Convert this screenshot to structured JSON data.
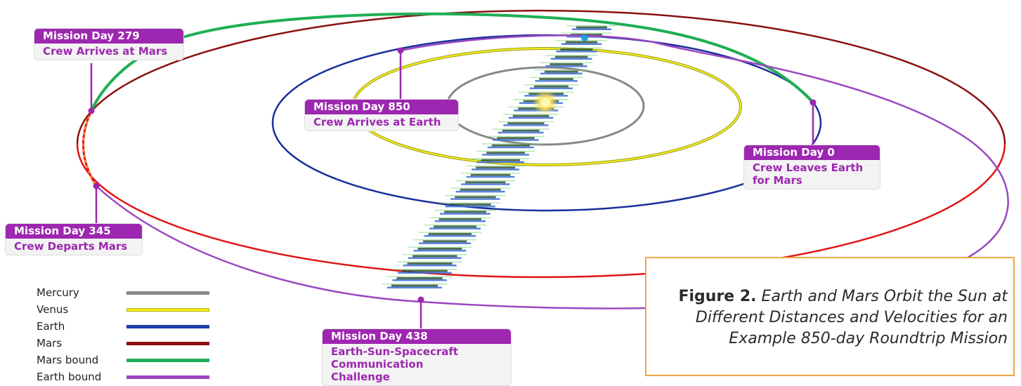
{
  "callouts": {
    "day279": {
      "day": "Mission Day 279",
      "text": "Crew Arrives at Mars"
    },
    "day850": {
      "day": "Mission Day 850",
      "text": "Crew Arrives at Earth"
    },
    "day0": {
      "day": "Mission Day 0",
      "text": "Crew Leaves Earth for Mars"
    },
    "day345": {
      "day": "Mission Day 345",
      "text": "Crew Departs Mars"
    },
    "day438": {
      "day": "Mission Day 438",
      "text": "Earth-Sun-Spacecraft Communication Challenge"
    }
  },
  "legend": [
    {
      "label": "Mercury",
      "color": "#888888"
    },
    {
      "label": "Venus",
      "color": "#f5ef1c"
    },
    {
      "label": "Earth",
      "color": "#1f3fa8"
    },
    {
      "label": "Mars",
      "color": "#8b0f0f"
    },
    {
      "label": "Mars bound",
      "color": "#1fae55"
    },
    {
      "label": "Earth bound",
      "color": "#9b47c0"
    }
  ],
  "figure": {
    "label": "Figure 2.",
    "caption": "Earth and Mars Orbit the Sun at Different Distances and Velocities for an Example 850-day Roundtrip Mission"
  },
  "colors": {
    "accent": "#9d27b0",
    "mercury_orbit": "#888888",
    "venus_orbit": "#e0d800",
    "earth_orbit": "#1a2f9a",
    "mars_orbit_far": "#8b1010",
    "mars_orbit_near": "#e01515",
    "mars_bound": "#1fae55",
    "earth_bound": "#9b47c0",
    "frame": "#f0a545"
  }
}
